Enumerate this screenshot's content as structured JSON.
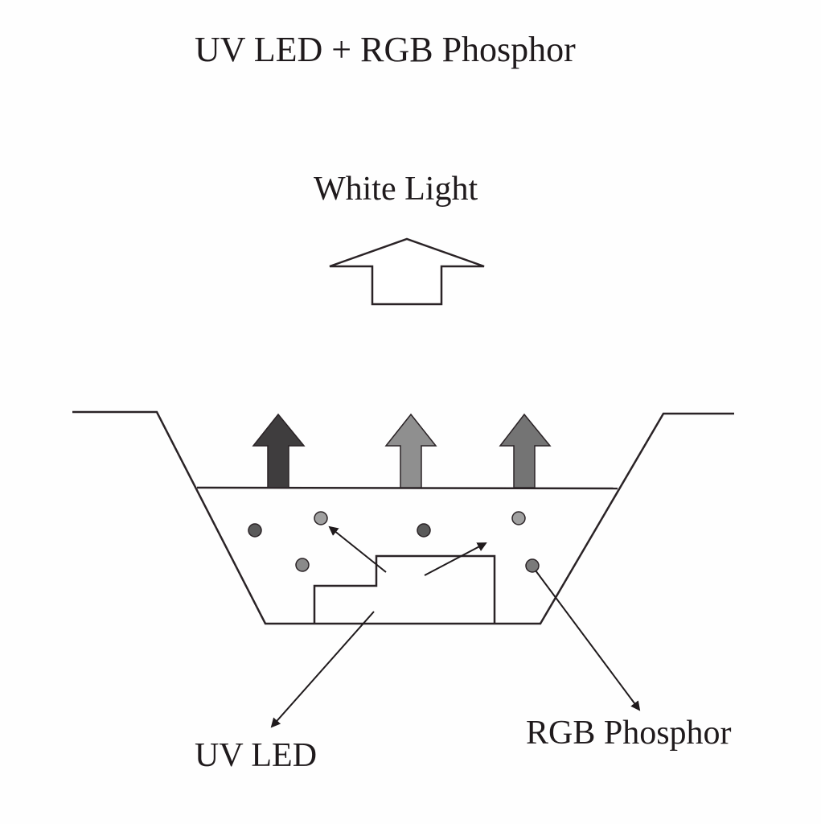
{
  "title": "UV LED + RGB Phosphor",
  "labels": {
    "output": "White Light",
    "led": "UV LED",
    "phosphor": "RGB Phosphor"
  },
  "colors": {
    "line": "#2a2326",
    "arrow_dark": "#3f3d3e",
    "arrow_mid": "#8a8a8a",
    "arrow_gray": "#6f6f6f",
    "dot_dark": "#5a5a5a",
    "dot_light": "#9a9a9a"
  }
}
